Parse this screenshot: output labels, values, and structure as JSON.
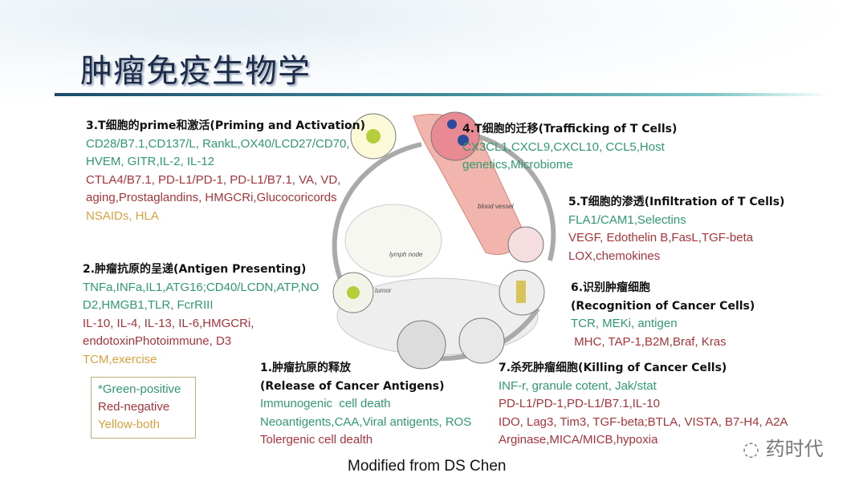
{
  "title": "肿瘤免疫生物学",
  "blocks": {
    "b3": {
      "heading": "3.T细胞的prime和激活(Priming and Activation)",
      "lines": [
        {
          "t": "CD28/B7.1,CD137/L, RankL,OX40/LCD27/CD70,",
          "c": "g"
        },
        {
          "t": "HVEM, GITR,IL-2, IL-12",
          "c": "g"
        },
        {
          "t": "CTLA4/B7.1, PD-L1/PD-1, PD-L1/B7.1, VA, VD,",
          "c": "r"
        },
        {
          "t": "aging,Prostaglandins, HMGCRi,Glucocoricords",
          "c": "r"
        },
        {
          "t": "NSAIDs, HLA",
          "c": "y"
        }
      ]
    },
    "b4": {
      "heading": "4.T细胞的迁移(Trafficking of T Cells)",
      "lines": [
        {
          "t": "CX3CL1,CXCL9,CXCL10, CCL5,Host",
          "c": "g"
        },
        {
          "t": "genetics,Microbiome",
          "c": "g"
        }
      ]
    },
    "b5": {
      "heading": "5.T细胞的渗透(Infiltration of T Cells)",
      "lines": [
        {
          "t": "FLA1/CAM1,Selectins",
          "c": "g"
        },
        {
          "t": "VEGF, Edothelin B,FasL,TGF-beta",
          "c": "r"
        },
        {
          "t": "LOX,chemokines",
          "c": "r"
        }
      ]
    },
    "b6": {
      "heading": "6.识别肿瘤细胞",
      "heading2": "(Recognition of Cancer Cells)",
      "lines": [
        {
          "t": "TCR, MEKi, antigen",
          "c": "g"
        },
        {
          "t": " MHC, TAP-1,B2M,Braf, Kras",
          "c": "r"
        }
      ]
    },
    "b2": {
      "heading": "2.肿瘤抗原的呈递(Antigen Presenting)",
      "lines": [
        {
          "t": "TNFa,INFa,IL1,ATG16;CD40/LCDN,ATP,NO",
          "c": "g"
        },
        {
          "t": "D2,HMGB1,TLR, FcrRIII",
          "c": "g"
        },
        {
          "t": "IL-10, IL-4, IL-13, IL-6,HMGCRi,",
          "c": "r"
        },
        {
          "t": "endotoxinPhotoimmune, D3",
          "c": "r"
        },
        {
          "t": "TCM,exercise",
          "c": "y"
        }
      ]
    },
    "b1": {
      "heading": "1.肿瘤抗原的释放",
      "heading2": "(Release of Cancer Antigens)",
      "lines": [
        {
          "t": "Immunogenic  cell death",
          "c": "g"
        },
        {
          "t": "Neoantigents,CAA,Viral antigents, ROS",
          "c": "g"
        },
        {
          "t": "Tolergenic cell dealth",
          "c": "r"
        }
      ]
    },
    "b7": {
      "heading": "7.杀死肿瘤细胞(Killing of Cancer Cells)",
      "lines": [
        {
          "t": "INF-r, granule cotent, Jak/stat",
          "c": "g"
        },
        {
          "t": "PD-L1/PD-1,PD-L1/B7.1,IL-10",
          "c": "r"
        },
        {
          "t": "IDO, Lag3, Tim3, TGF-beta;BTLA, VISTA, B7-H4, A2A",
          "c": "r"
        },
        {
          "t": "Arginase,MICA/MICB,hypoxia",
          "c": "r"
        }
      ]
    }
  },
  "legend": {
    "green": "*Green-positive",
    "red": " Red-negative",
    "yellow": " Yellow-both"
  },
  "diagram": {
    "blood_vessel": "blood vessel",
    "lymph_node": "lymph node",
    "tumor": "tumor"
  },
  "footer": "Modified from DS Chen",
  "watermark": "药时代",
  "colors": {
    "positive": "#2f9a6e",
    "negative": "#a8343a",
    "both": "#d9a23e"
  }
}
